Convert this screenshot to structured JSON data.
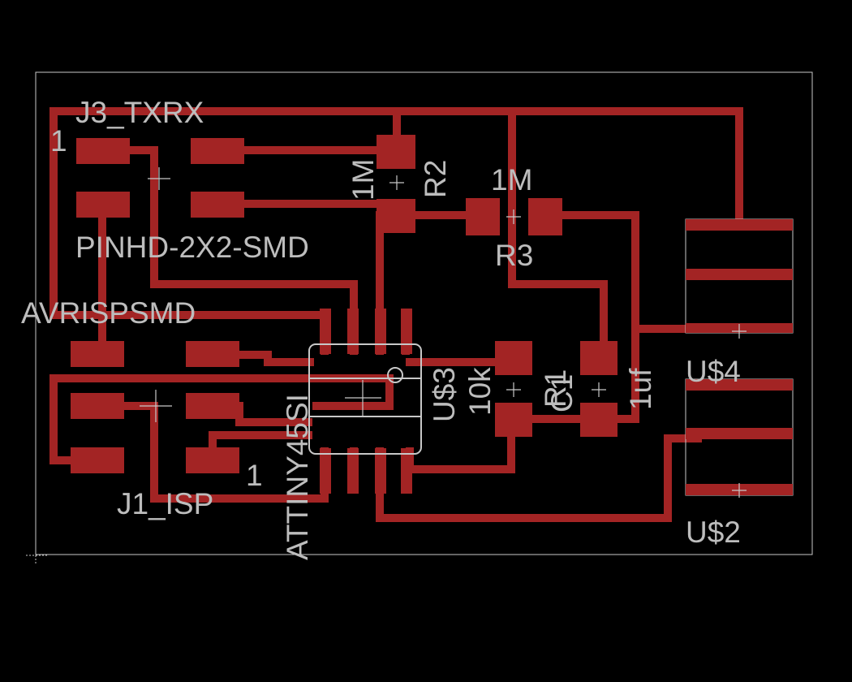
{
  "board": {
    "background": "#000000",
    "copper_color": "#a32424",
    "outline_color": "#c8c8c8",
    "label_color": "#bdbdbd"
  },
  "labels": {
    "j3_name": "J3_TXRX",
    "j3_pin1": "1",
    "j3_value": "PINHD-2X2-SMD",
    "r2_name": "R2",
    "r2_value": "1M",
    "r3_name": "R3",
    "r3_value": "1M",
    "avr_value": "AVRISPSMD",
    "u3_name": "U$3",
    "u3_value": "ATTINY45SI",
    "r1_name": "R1",
    "r1_value": "10k",
    "c1_name": "C1",
    "c1_value": "1uf",
    "u4_name": "U$4",
    "u2_name": "U$2",
    "j1_name": "J1_ISP",
    "j1_pin1": "1"
  }
}
